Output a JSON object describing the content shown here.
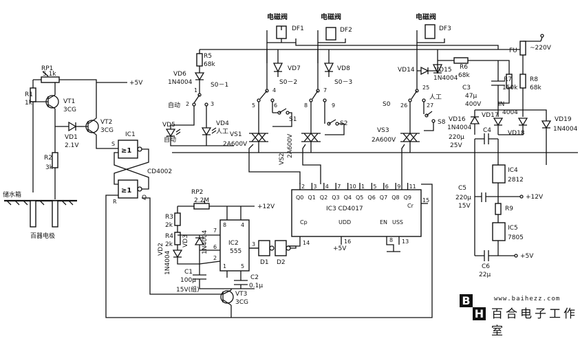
{
  "title_valves": [
    "电磁阀",
    "电磁阀",
    "电磁阀"
  ],
  "valve_labels": [
    "DF1",
    "DF2",
    "DF3"
  ],
  "supply": {
    "ac": "~220V",
    "plus5": "+5V",
    "plus12": "+12V",
    "plus12b": "+12V",
    "plus5b": "+5V"
  },
  "left": {
    "rp1": "RP1",
    "rp1_val": "5.1k",
    "r1": "R1",
    "r1_val": "1k",
    "vt1": "VT1",
    "vt1_type": "3CG",
    "vt2": "VT2",
    "vt2_type": "3CG",
    "vd1": "VD1",
    "vd1_val": "2.1V",
    "r2": "R2",
    "r2_val": "3k",
    "sensor_left": "储水箱",
    "sensor_bottom": "百器电极"
  },
  "ic1": {
    "label": "IC1",
    "gate": "≥1",
    "chip": "CD4002",
    "q": "Q",
    "s": "S",
    "r": "R"
  },
  "mid": {
    "r5": "R5",
    "r5_val": "68k",
    "vd6": "VD6",
    "vd6_type": "1N4004",
    "vd7": "VD7",
    "vd8": "VD8",
    "s0_1": "S0－1",
    "s0_2": "S0－2",
    "s0_3": "S0－3",
    "auto1": "自动",
    "auto2": "自动",
    "vd5": "VD5",
    "vd4": "VD4",
    "manual1": "人工",
    "vs1": "VS1",
    "vs1_val": "2A600V",
    "vs2": "VS2",
    "vs2_val": "2A600V",
    "vs3": "VS3",
    "vs3_val": "2A600V",
    "s1": "S1",
    "s2": "S2",
    "s0": "S0",
    "s8": "S8",
    "manual2": "人工",
    "vd14": "VD14",
    "vd15": "VD15",
    "vd15_type": "1N4004",
    "r6": "R6",
    "r6_val": "68k"
  },
  "sw_nums": [
    "1",
    "2",
    "3",
    "4",
    "5",
    "6",
    "7",
    "8",
    "9",
    "25",
    "26",
    "27"
  ],
  "ic3": {
    "label": "IC3 CD4017",
    "pins_top": [
      "2",
      "3",
      "4",
      "7",
      "10",
      "1",
      "5",
      "6",
      "9",
      "11"
    ],
    "outputs": [
      "Q0",
      "Q1",
      "Q2",
      "Q3",
      "Q4",
      "Q5",
      "Q6",
      "Q7",
      "Q8",
      "Q9"
    ],
    "cp": "Cp",
    "udd": "UDD",
    "en": "EN",
    "uss": "USS",
    "cr": "Cr",
    "pin14": "14",
    "pin16": "16",
    "pin8": "8",
    "pin13": "13",
    "pin15": "15"
  },
  "right": {
    "fu": "FU",
    "c3": "C3",
    "c3_val1": "47μ",
    "c3_val2": "400V",
    "r7": "R7",
    "r7_val": "150k",
    "r8": "R8",
    "r8_val": "68k",
    "in_lbl": "IN",
    "in_type": "4004",
    "vd16": "VD16",
    "vd16_type": "1N4004",
    "vd17": "VD17",
    "vd18": "VD18",
    "vd19": "VD19",
    "vd19_type": "1N4004",
    "c4": "C4",
    "c4_val1": "220μ",
    "c4_val2": "25V",
    "ic4": "IC4",
    "ic4_type": "2812",
    "c5": "C5",
    "c5_val1": "220μ",
    "c5_val2": "15V",
    "r9": "R9",
    "ic5": "IC5",
    "ic5_type": "7805",
    "c6": "C6",
    "c6_val": "22μ"
  },
  "timer": {
    "rp2": "RP2",
    "rp2_val": "2.2M",
    "r3": "R3",
    "r3_val": "2k",
    "r4": "R4",
    "r4_val": "2k",
    "vd2": "VD2",
    "vd2_type": "1N4004",
    "vd3": "VD3",
    "vd3_type": "1N4004",
    "ic2": "IC2",
    "ic2_type": "555",
    "c1": "C1",
    "c1_val": "100μ",
    "c2": "C2",
    "c2_val": "0.1μ",
    "vt3": "VT3",
    "vt3_type": "3CG",
    "note": "15V(组)",
    "d1": "D1",
    "d2": "D2",
    "pins": [
      "8",
      "4",
      "7",
      "6",
      "2",
      "3",
      "1",
      "5"
    ]
  },
  "brand": {
    "logo_letters": [
      "B",
      "H"
    ],
    "url": "www.baihezz.com",
    "name": "百合电子工作室"
  }
}
